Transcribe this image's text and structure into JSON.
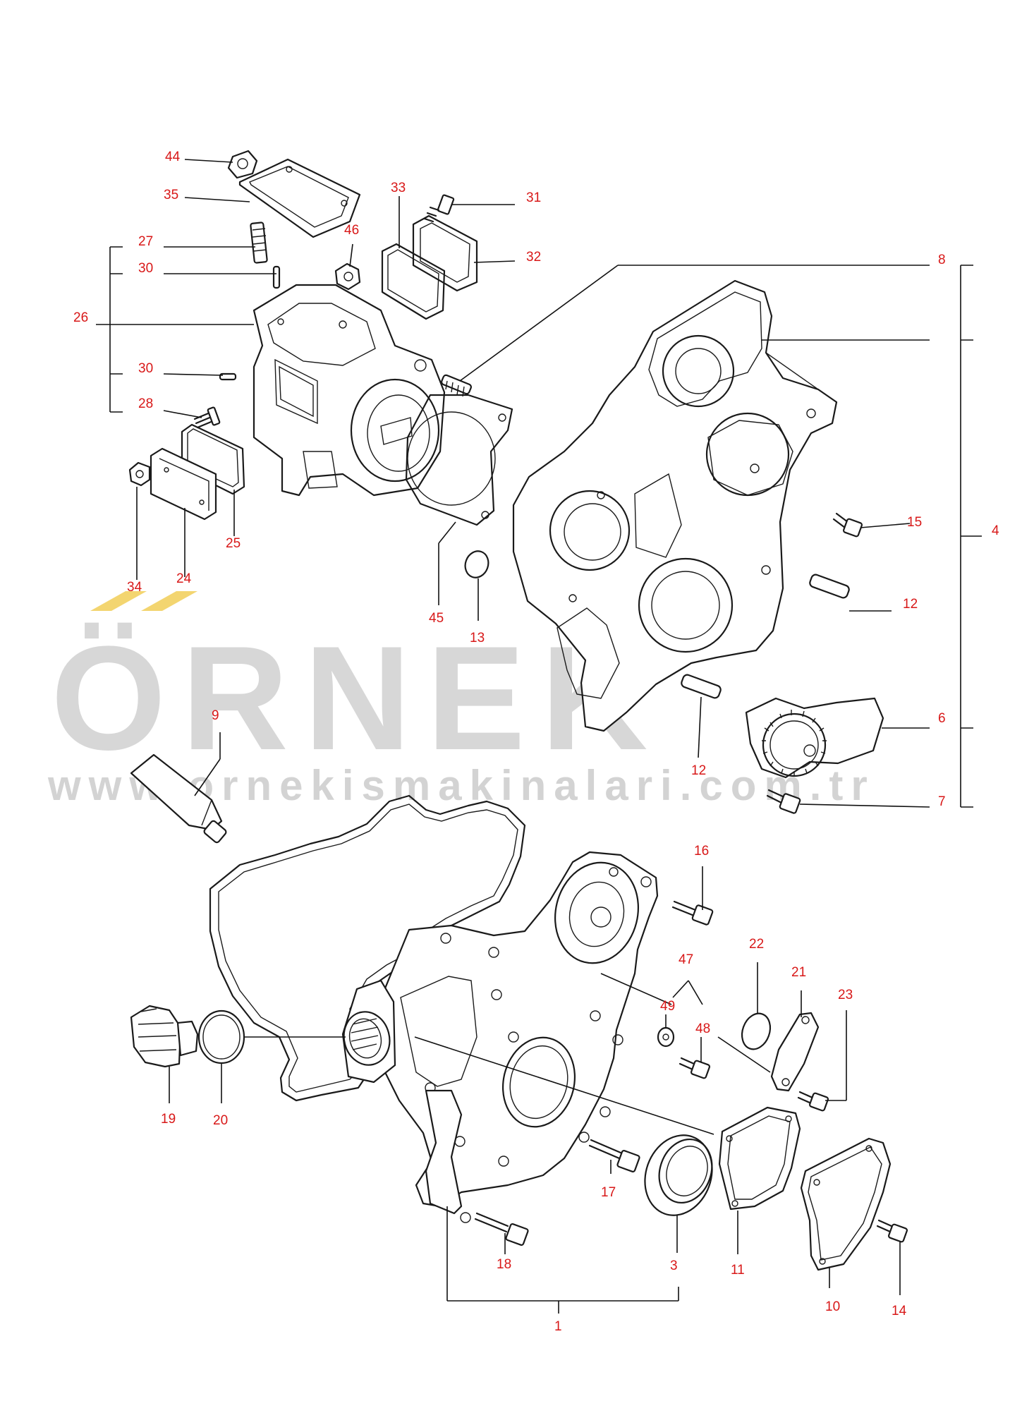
{
  "watermark": {
    "brand": "ÖRNEK",
    "url": "www.ornekismakinalari.com.tr",
    "color": "#c9c9c9",
    "accent_color": "#f2d060"
  },
  "callout_color": "#d81818",
  "callouts": [
    {
      "id": "44",
      "label": "44"
    },
    {
      "id": "35",
      "label": "35"
    },
    {
      "id": "33",
      "label": "33"
    },
    {
      "id": "31",
      "label": "31"
    },
    {
      "id": "46",
      "label": "46"
    },
    {
      "id": "32",
      "label": "32"
    },
    {
      "id": "27",
      "label": "27"
    },
    {
      "id": "30a",
      "label": "30"
    },
    {
      "id": "26",
      "label": "26"
    },
    {
      "id": "30b",
      "label": "30"
    },
    {
      "id": "28",
      "label": "28"
    },
    {
      "id": "8",
      "label": "8"
    },
    {
      "id": "15",
      "label": "15"
    },
    {
      "id": "4",
      "label": "4"
    },
    {
      "id": "34",
      "label": "34"
    },
    {
      "id": "24",
      "label": "24"
    },
    {
      "id": "25",
      "label": "25"
    },
    {
      "id": "45",
      "label": "45"
    },
    {
      "id": "13",
      "label": "13"
    },
    {
      "id": "12a",
      "label": "12"
    },
    {
      "id": "9",
      "label": "9"
    },
    {
      "id": "6",
      "label": "6"
    },
    {
      "id": "12b",
      "label": "12"
    },
    {
      "id": "7",
      "label": "7"
    },
    {
      "id": "16",
      "label": "16"
    },
    {
      "id": "22",
      "label": "22"
    },
    {
      "id": "47",
      "label": "47"
    },
    {
      "id": "21",
      "label": "21"
    },
    {
      "id": "23",
      "label": "23"
    },
    {
      "id": "49",
      "label": "49"
    },
    {
      "id": "48",
      "label": "48"
    },
    {
      "id": "19",
      "label": "19"
    },
    {
      "id": "20",
      "label": "20"
    },
    {
      "id": "17",
      "label": "17"
    },
    {
      "id": "18",
      "label": "18"
    },
    {
      "id": "3",
      "label": "3"
    },
    {
      "id": "11",
      "label": "11"
    },
    {
      "id": "10",
      "label": "10"
    },
    {
      "id": "14",
      "label": "14"
    },
    {
      "id": "1",
      "label": "1"
    }
  ]
}
